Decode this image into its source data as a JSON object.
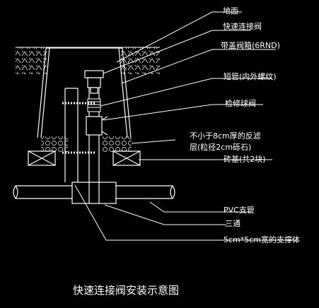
{
  "labels": {
    "ground": "地面",
    "quick_valve": "快速连接阀",
    "valve_box": "带盖阀箱(6RND)",
    "short_pipe": "短管(内外螺纹)",
    "service_valve": "检修球阀",
    "filter_layer_1": "不小于8cm厚的反滤",
    "filter_layer_2": "层(粒径2cm砾石)",
    "brick_base": "砖基(共2块)",
    "pvc_pipe": "PVC支管",
    "tee": "三通",
    "support": "5cm*5cm宽的支撑体"
  },
  "title": "快速连接阀安装示意图"
}
